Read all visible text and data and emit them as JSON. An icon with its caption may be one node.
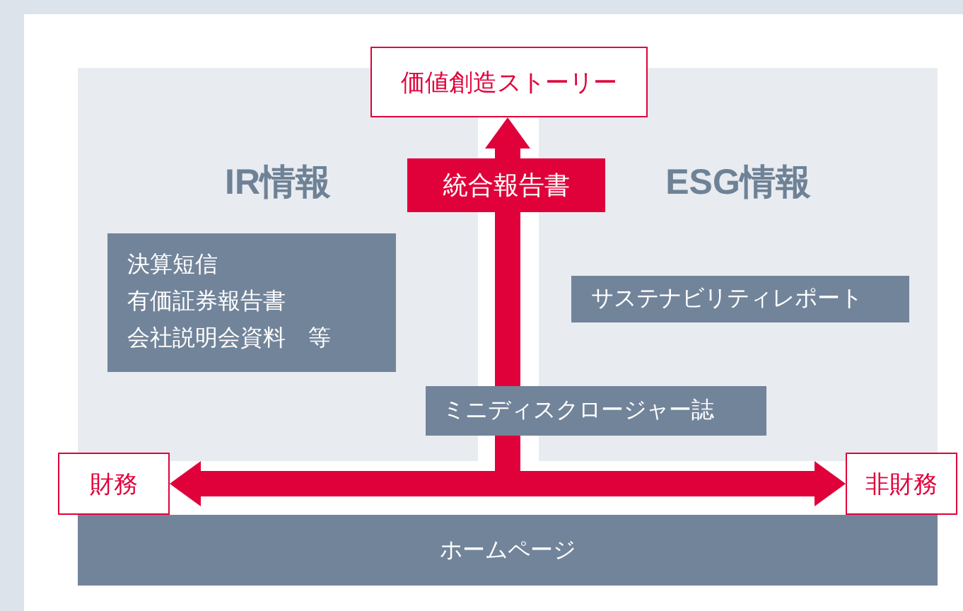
{
  "diagram": {
    "nodes": [
      {
        "text": [
          "IR情報"
        ]
      },
      {
        "text": [
          "決算短信",
          "有価証券報告書",
          "会社説明会資料　等"
        ],
        "in": 0
      },
      {
        "text": [
          "ESG情報"
        ]
      },
      {
        "text": [
          "サステナビリティレポート"
        ],
        "in": 2
      },
      {
        "text": [
          "価値創造ストーリー"
        ]
      },
      {
        "text": [
          "統合報告書"
        ]
      },
      {
        "text": [
          "ミニディスクロージャー誌"
        ]
      },
      {
        "text": [
          "財務"
        ]
      },
      {
        "text": [
          "非財務"
        ]
      },
      {
        "text": [
          "ホームページ"
        ]
      }
    ],
    "edges": [
      {
        "from": 7,
        "to": 8,
        "arrow": "both"
      },
      {
        "from": null,
        "to": 4,
        "arrow": "to"
      }
    ]
  }
}
